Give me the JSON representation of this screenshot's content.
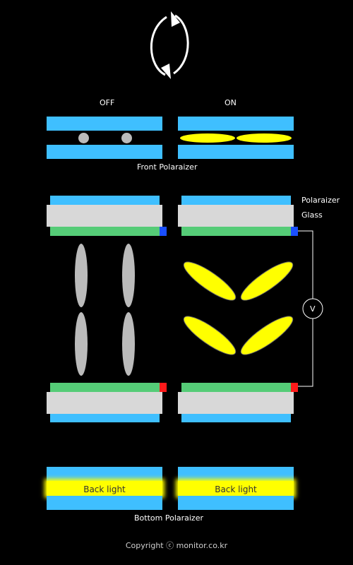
{
  "labels": {
    "off": "OFF",
    "on": "ON",
    "front_polarizer": "Front Polaraizer",
    "polarizer": "Polaraizer",
    "glass": "Glass",
    "voltage": "V",
    "back_light_left": "Back light",
    "back_light_right": "Back light",
    "bottom_polarizer": "Bottom Polaraizer",
    "copyright": "Copyright ⓒ monitor.co.kr"
  },
  "colors": {
    "polarizer": "#3fbfff",
    "glass": "#d8d8d8",
    "electrode": "#55cc77",
    "top_contact": "#1a4fff",
    "bottom_contact": "#ff1a1a",
    "crystal_on": "#ffff00",
    "crystal_off": "#bbbbbb"
  },
  "icons": [
    "rotate-arrows-icon"
  ]
}
